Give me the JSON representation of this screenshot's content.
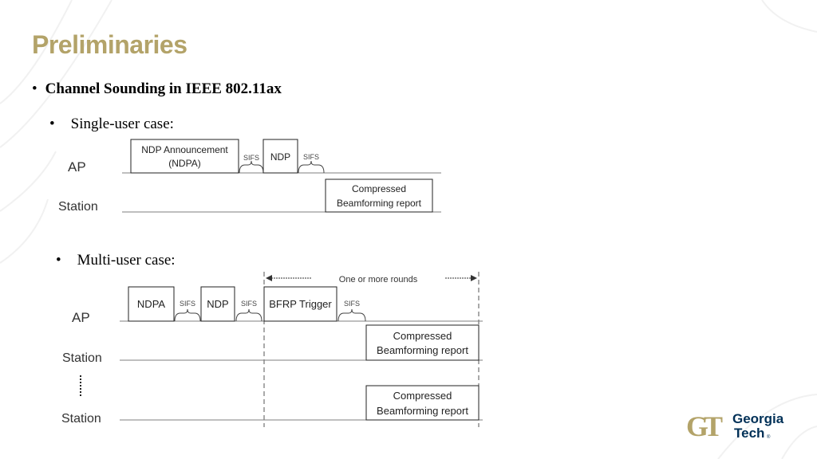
{
  "slide": {
    "title": "Preliminaries",
    "bullets": {
      "main": "Channel Sounding in IEEE 802.11ax",
      "single_user": "Single-user case:",
      "multi_user": "Multi-user case:"
    }
  },
  "single_user_diagram": {
    "ap_label": "AP",
    "station_label": "Station",
    "ndpa_line1": "NDP Announcement",
    "ndpa_line2": "(NDPA)",
    "sifs_1": "SIFS",
    "ndp": "NDP",
    "sifs_2": "SIFS",
    "report_line1": "Compressed",
    "report_line2": "Beamforming report"
  },
  "multi_user_diagram": {
    "rounds_label": "One or more rounds",
    "ap_label": "AP",
    "station1_label": "Station",
    "station2_label": "Station",
    "ndpa": "NDPA",
    "sifs_1": "SIFS",
    "ndp": "NDP",
    "sifs_2": "SIFS",
    "bfrp_trigger": "BFRP Trigger",
    "sifs_3": "SIFS",
    "report1_line1": "Compressed",
    "report1_line2": "Beamforming report",
    "report2_line1": "Compressed",
    "report2_line2": "Beamforming report"
  },
  "logo": {
    "mark": "GT",
    "line1": "Georgia",
    "line2": "Tech",
    "trademark": "®"
  },
  "colors": {
    "title_gold": "#b3a369",
    "logo_gold": "#b3a369",
    "logo_navy": "#003057",
    "diagram_line": "#7f7f7f",
    "box_border": "#222222"
  }
}
